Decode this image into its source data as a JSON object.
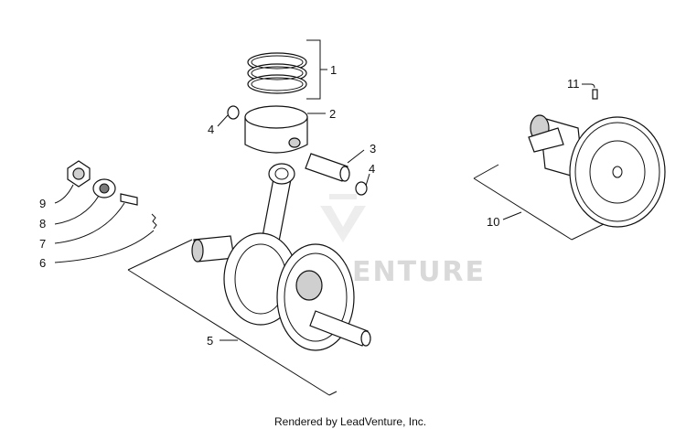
{
  "callouts": {
    "c1": "1",
    "c2": "2",
    "c3": "3",
    "c4a": "4",
    "c4b": "4",
    "c5": "5",
    "c6": "6",
    "c7": "7",
    "c8": "8",
    "c9": "9",
    "c10": "10",
    "c11": "11"
  },
  "watermark": "ENTURE",
  "credit": "Rendered by LeadVenture, Inc."
}
